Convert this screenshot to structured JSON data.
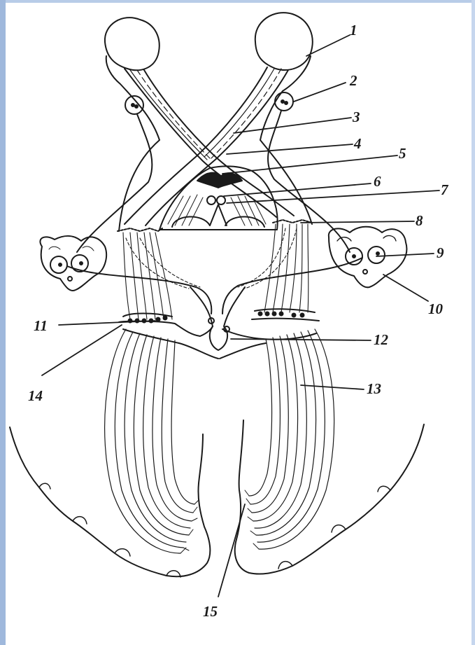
{
  "colors": {
    "ink": "#1a1a1a",
    "background": "#ffffff",
    "frame_accent": "#9fb8dc"
  },
  "callouts": [
    {
      "id": "label-1",
      "text": "1"
    },
    {
      "id": "label-2",
      "text": "2"
    },
    {
      "id": "label-3",
      "text": "3"
    },
    {
      "id": "label-4",
      "text": "4"
    },
    {
      "id": "label-5",
      "text": "5"
    },
    {
      "id": "label-6",
      "text": "6"
    },
    {
      "id": "label-7",
      "text": "7"
    },
    {
      "id": "label-8",
      "text": "8"
    },
    {
      "id": "label-9",
      "text": "9"
    },
    {
      "id": "label-10",
      "text": "10"
    },
    {
      "id": "label-11",
      "text": "11"
    },
    {
      "id": "label-12",
      "text": "12"
    },
    {
      "id": "label-13",
      "text": "13"
    },
    {
      "id": "label-14",
      "text": "14"
    },
    {
      "id": "label-15",
      "text": "15"
    }
  ]
}
